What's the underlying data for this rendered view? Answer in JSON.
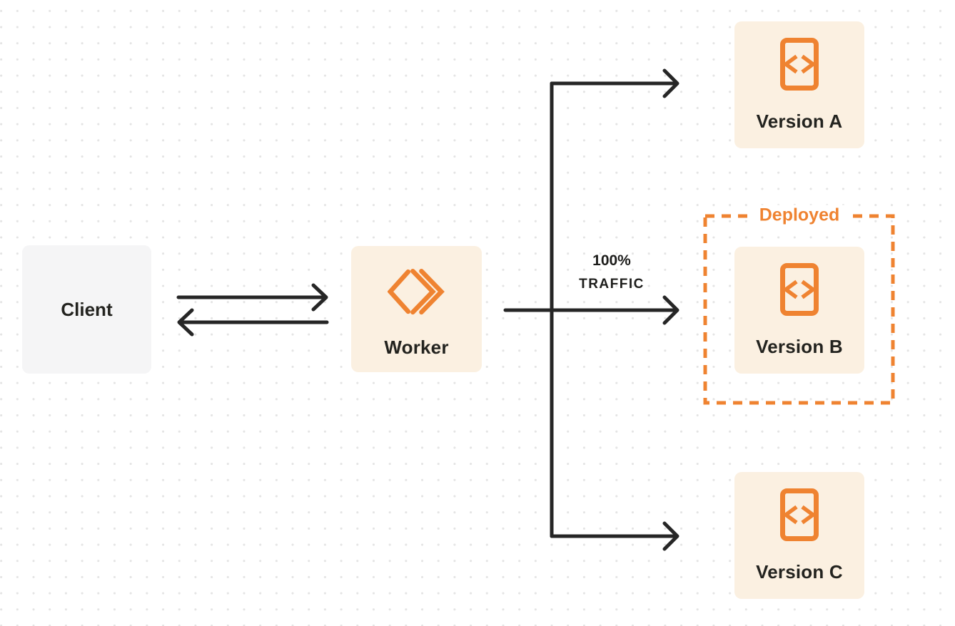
{
  "diagram": {
    "title": "worker-traffic-routing-diagram",
    "colors": {
      "orange": "#EF8331",
      "cream_box_bg": "#FBF0E1",
      "client_box_bg": "#F5F5F6",
      "line_dark": "#262626",
      "text_dark": "#23231f",
      "background_dot": "#e4e4e4"
    },
    "nodes": {
      "client": {
        "label": "Client"
      },
      "worker": {
        "label": "Worker",
        "icon": "double-chevron-diamond-icon"
      },
      "versions": [
        {
          "label": "Version A",
          "icon": "code-document-icon"
        },
        {
          "label": "Version B",
          "icon": "code-document-icon"
        },
        {
          "label": "Version C",
          "icon": "code-document-icon"
        }
      ]
    },
    "annotations": {
      "deployed_label": "Deployed",
      "traffic_line1": "100%",
      "traffic_line2": "TRAFFIC"
    },
    "edges": [
      {
        "from": "client",
        "to": "worker",
        "style": "arrow-right"
      },
      {
        "from": "worker",
        "to": "client",
        "style": "arrow-left"
      },
      {
        "from": "worker",
        "to": "version-a",
        "style": "arrow"
      },
      {
        "from": "worker",
        "to": "version-b",
        "style": "arrow",
        "label": "100% TRAFFIC"
      },
      {
        "from": "worker",
        "to": "version-c",
        "style": "arrow"
      }
    ]
  }
}
